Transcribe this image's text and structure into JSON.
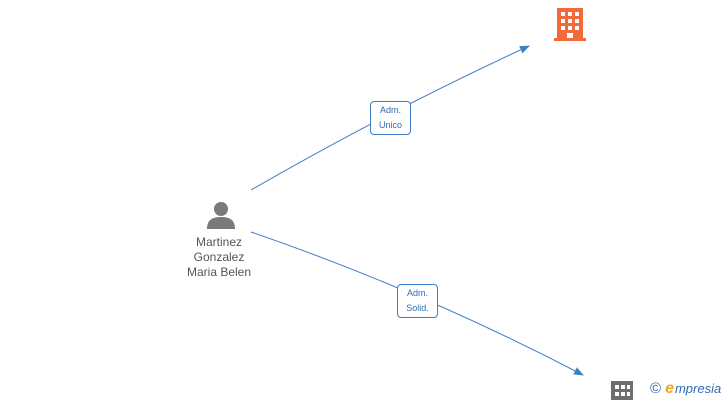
{
  "person": {
    "name_lines": [
      "Martinez",
      "Gonzalez",
      "Maria Belen"
    ],
    "icon": "person-icon",
    "color": "#7a7a7a"
  },
  "companies": [
    {
      "icon": "building-icon",
      "color": "#f26a3a"
    },
    {
      "icon": "building-icon",
      "color": "#6e6e6e"
    }
  ],
  "relations": [
    {
      "from": "person",
      "to": "company-1",
      "label_lines": [
        "Adm.",
        "Unico"
      ]
    },
    {
      "from": "person",
      "to": "company-2",
      "label_lines": [
        "Adm.",
        "Solid."
      ]
    }
  ],
  "colors": {
    "edge": "#3d7fc6",
    "label_text": "#2d6db3",
    "brand_accent": "#f7a41d"
  },
  "watermark": {
    "copyright": "©",
    "brand_initial": "e",
    "brand_rest": "mpresia"
  }
}
